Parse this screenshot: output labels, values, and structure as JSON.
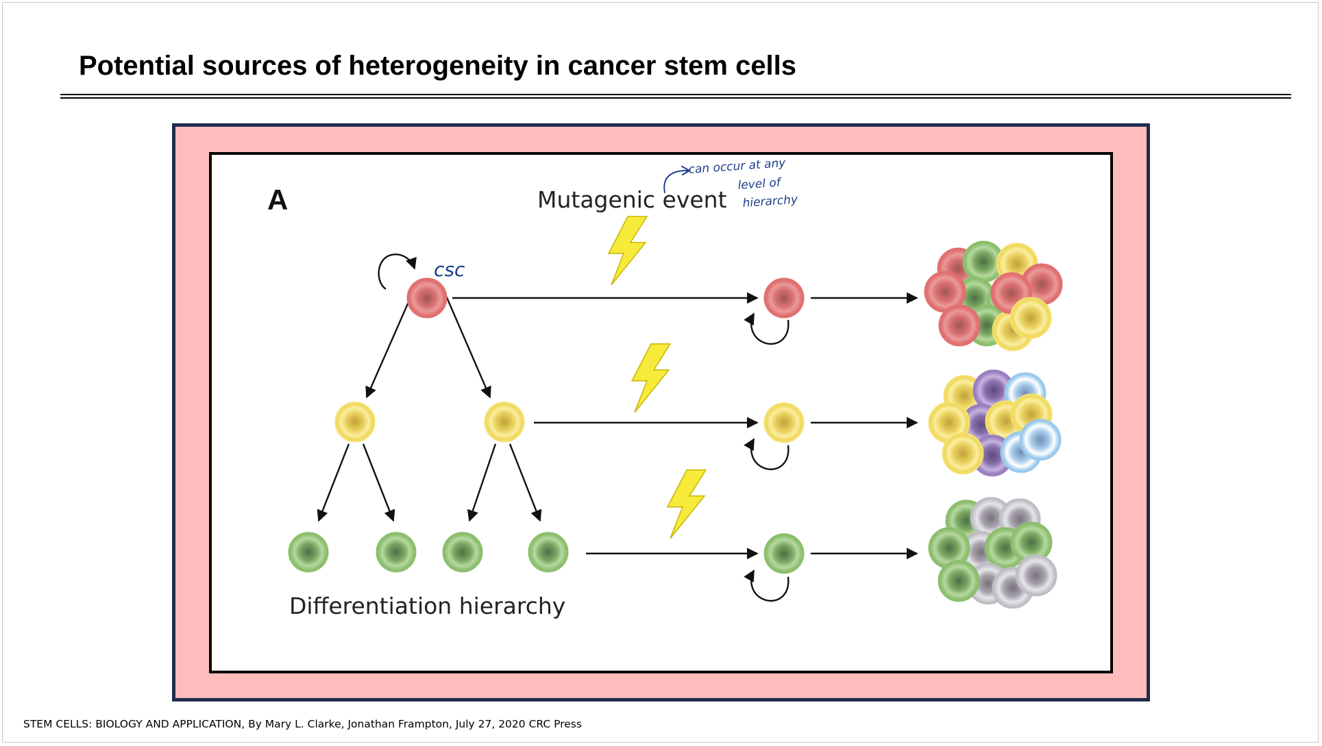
{
  "slide": {
    "title": "Potential sources of heterogeneity in cancer stem cells",
    "footer": "STEM CELLS: BIOLOGY AND APPLICATION, By Mary L. Clarke, Jonathan Frampton, July 27, 2020 CRC Press"
  },
  "figure": {
    "panel_label": "A",
    "mutagenic_label": "Mutagenic event",
    "hierarchy_label": "Differentiation hierarchy",
    "colors": {
      "stem_red": "#e07070",
      "progenitor_yellow": "#f3df6e",
      "differentiated_green": "#8cbf6e",
      "purple": "#9a7fbf",
      "blue": "#9cc8ea",
      "grey": "#bdbdc4",
      "lightning": "#f6ea3a",
      "frame_pink": "#ffbcbc",
      "frame_navy": "#1f2c4e",
      "ink": "#1b3f8a"
    }
  },
  "annotations": {
    "csc": "csc",
    "hierarchy_note": [
      "can occur at any",
      "level of",
      "hierarchy"
    ]
  }
}
